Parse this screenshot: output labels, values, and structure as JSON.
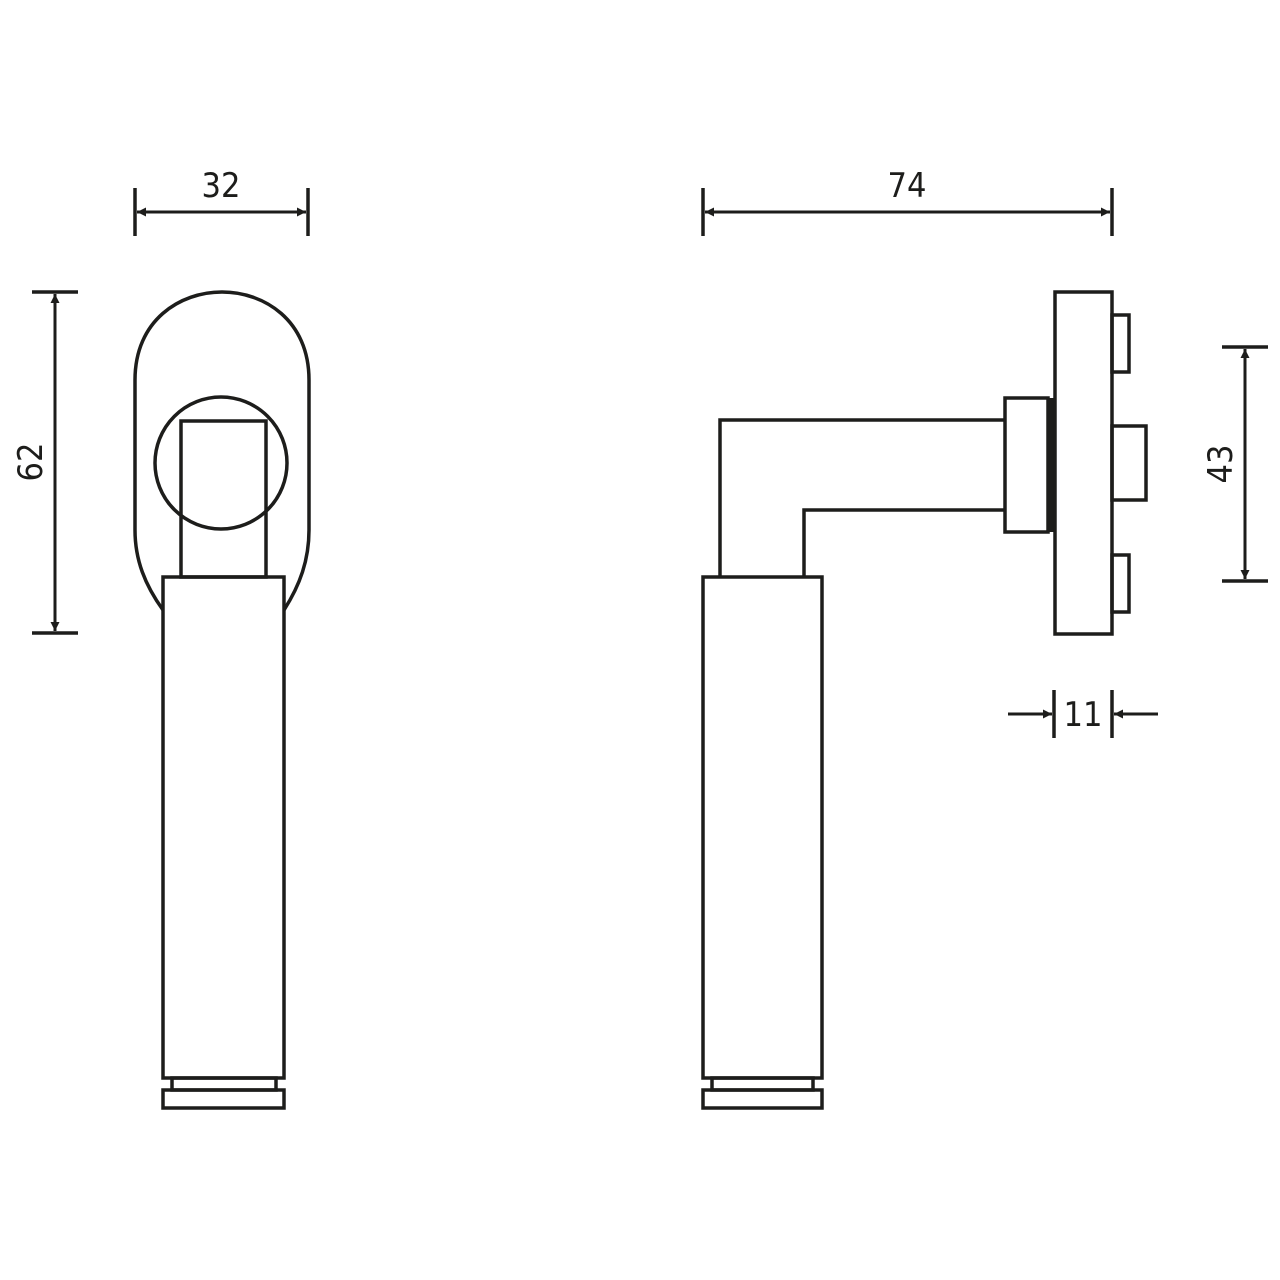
{
  "dimensions": {
    "front_width": "32",
    "front_height": "62",
    "side_length": "74",
    "side_spacing": "43",
    "rosette_depth": "11"
  },
  "colors": {
    "line": "#1d1d1b",
    "background": "#ffffff"
  }
}
